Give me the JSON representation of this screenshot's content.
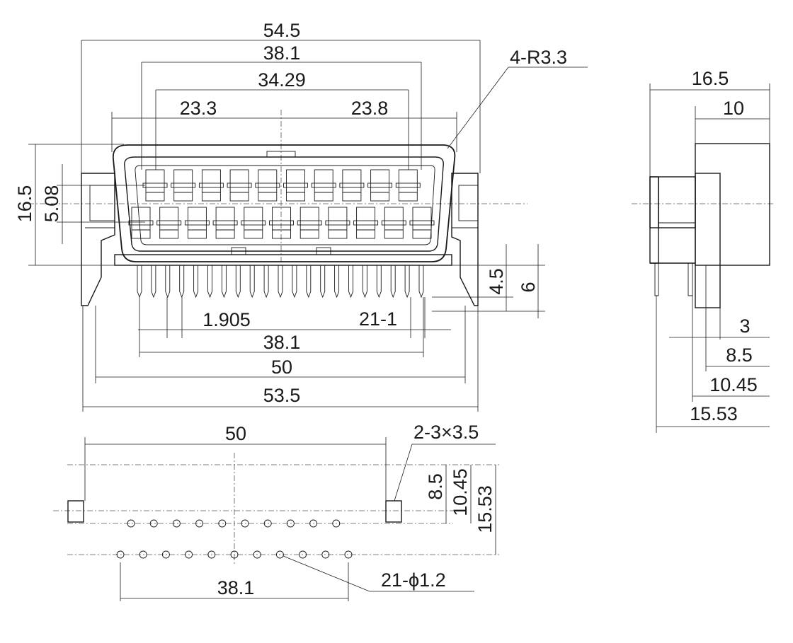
{
  "front_view": {
    "overall_width": "54.5",
    "pin_span_a": "38.1",
    "pin_span_b": "34.29",
    "left_half": "23.3",
    "right_half": "23.8",
    "corner_radius": "4-R3.3",
    "height": "16.5",
    "row_pitch": "5.08",
    "pin_length": "4.5",
    "pin_total": "6",
    "pin_pitch": "1.905",
    "pin_count": "21-1",
    "pin_span_c": "38.1",
    "post_span": "50",
    "base_width": "53.5"
  },
  "side_view": {
    "depth": "16.5",
    "body_depth": "10",
    "d3": "3",
    "d8_5": "8.5",
    "d10_45": "10.45",
    "d15_53": "15.53"
  },
  "footprint": {
    "post_span": "50",
    "mount_holes": "2-3×3.5",
    "r8_5": "8.5",
    "r10_45": "10.45",
    "r15_53": "15.53",
    "pin_holes": "21-ϕ1.2",
    "pin_span": "38.1"
  }
}
